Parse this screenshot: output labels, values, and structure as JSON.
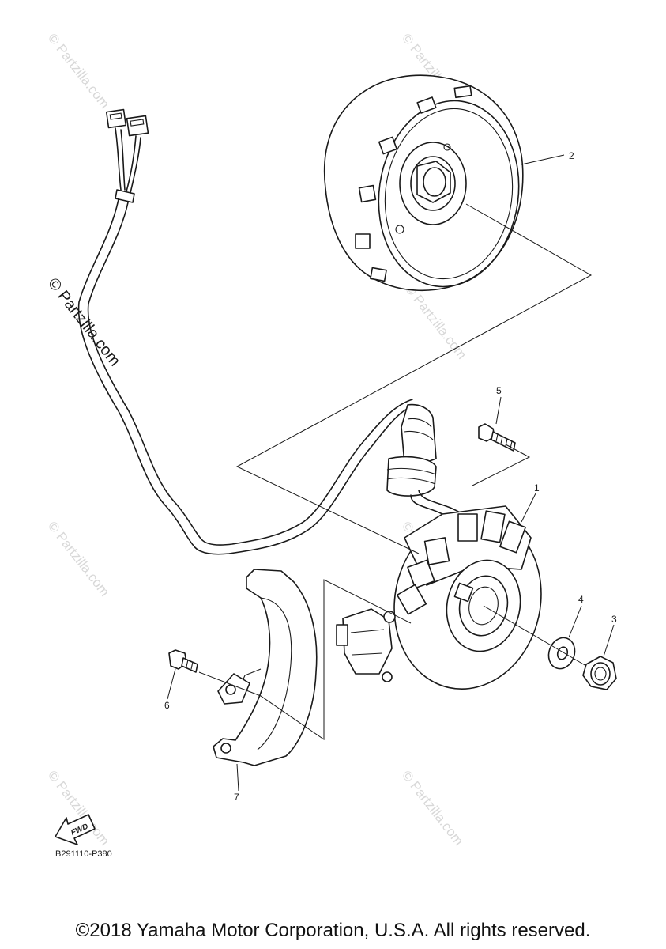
{
  "watermark": {
    "text": "© Partzilla.com"
  },
  "callouts": {
    "p1": "1",
    "p2": "2",
    "p3": "3",
    "p4": "4",
    "p5": "5",
    "p6": "6",
    "p7": "7"
  },
  "fwd_label": "FWD",
  "drawing_code": "B291110-P380",
  "copyright": "©2018 Yamaha Motor Corporation, U.S.A. All rights reserved."
}
